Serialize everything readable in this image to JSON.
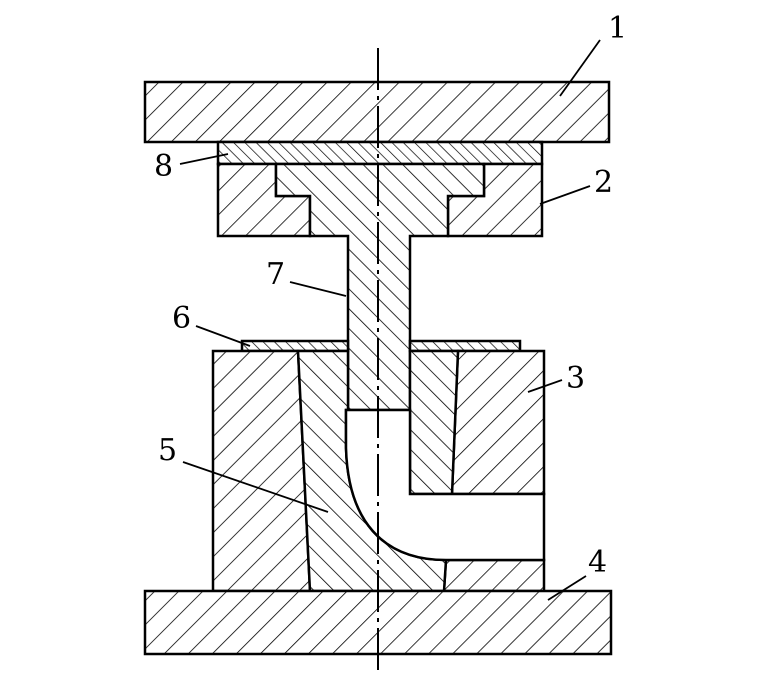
{
  "diagram": {
    "callouts": [
      "1",
      "2",
      "3",
      "4",
      "5",
      "6",
      "7",
      "8"
    ],
    "colors": {
      "stroke": "#000000",
      "background": "#ffffff"
    }
  }
}
